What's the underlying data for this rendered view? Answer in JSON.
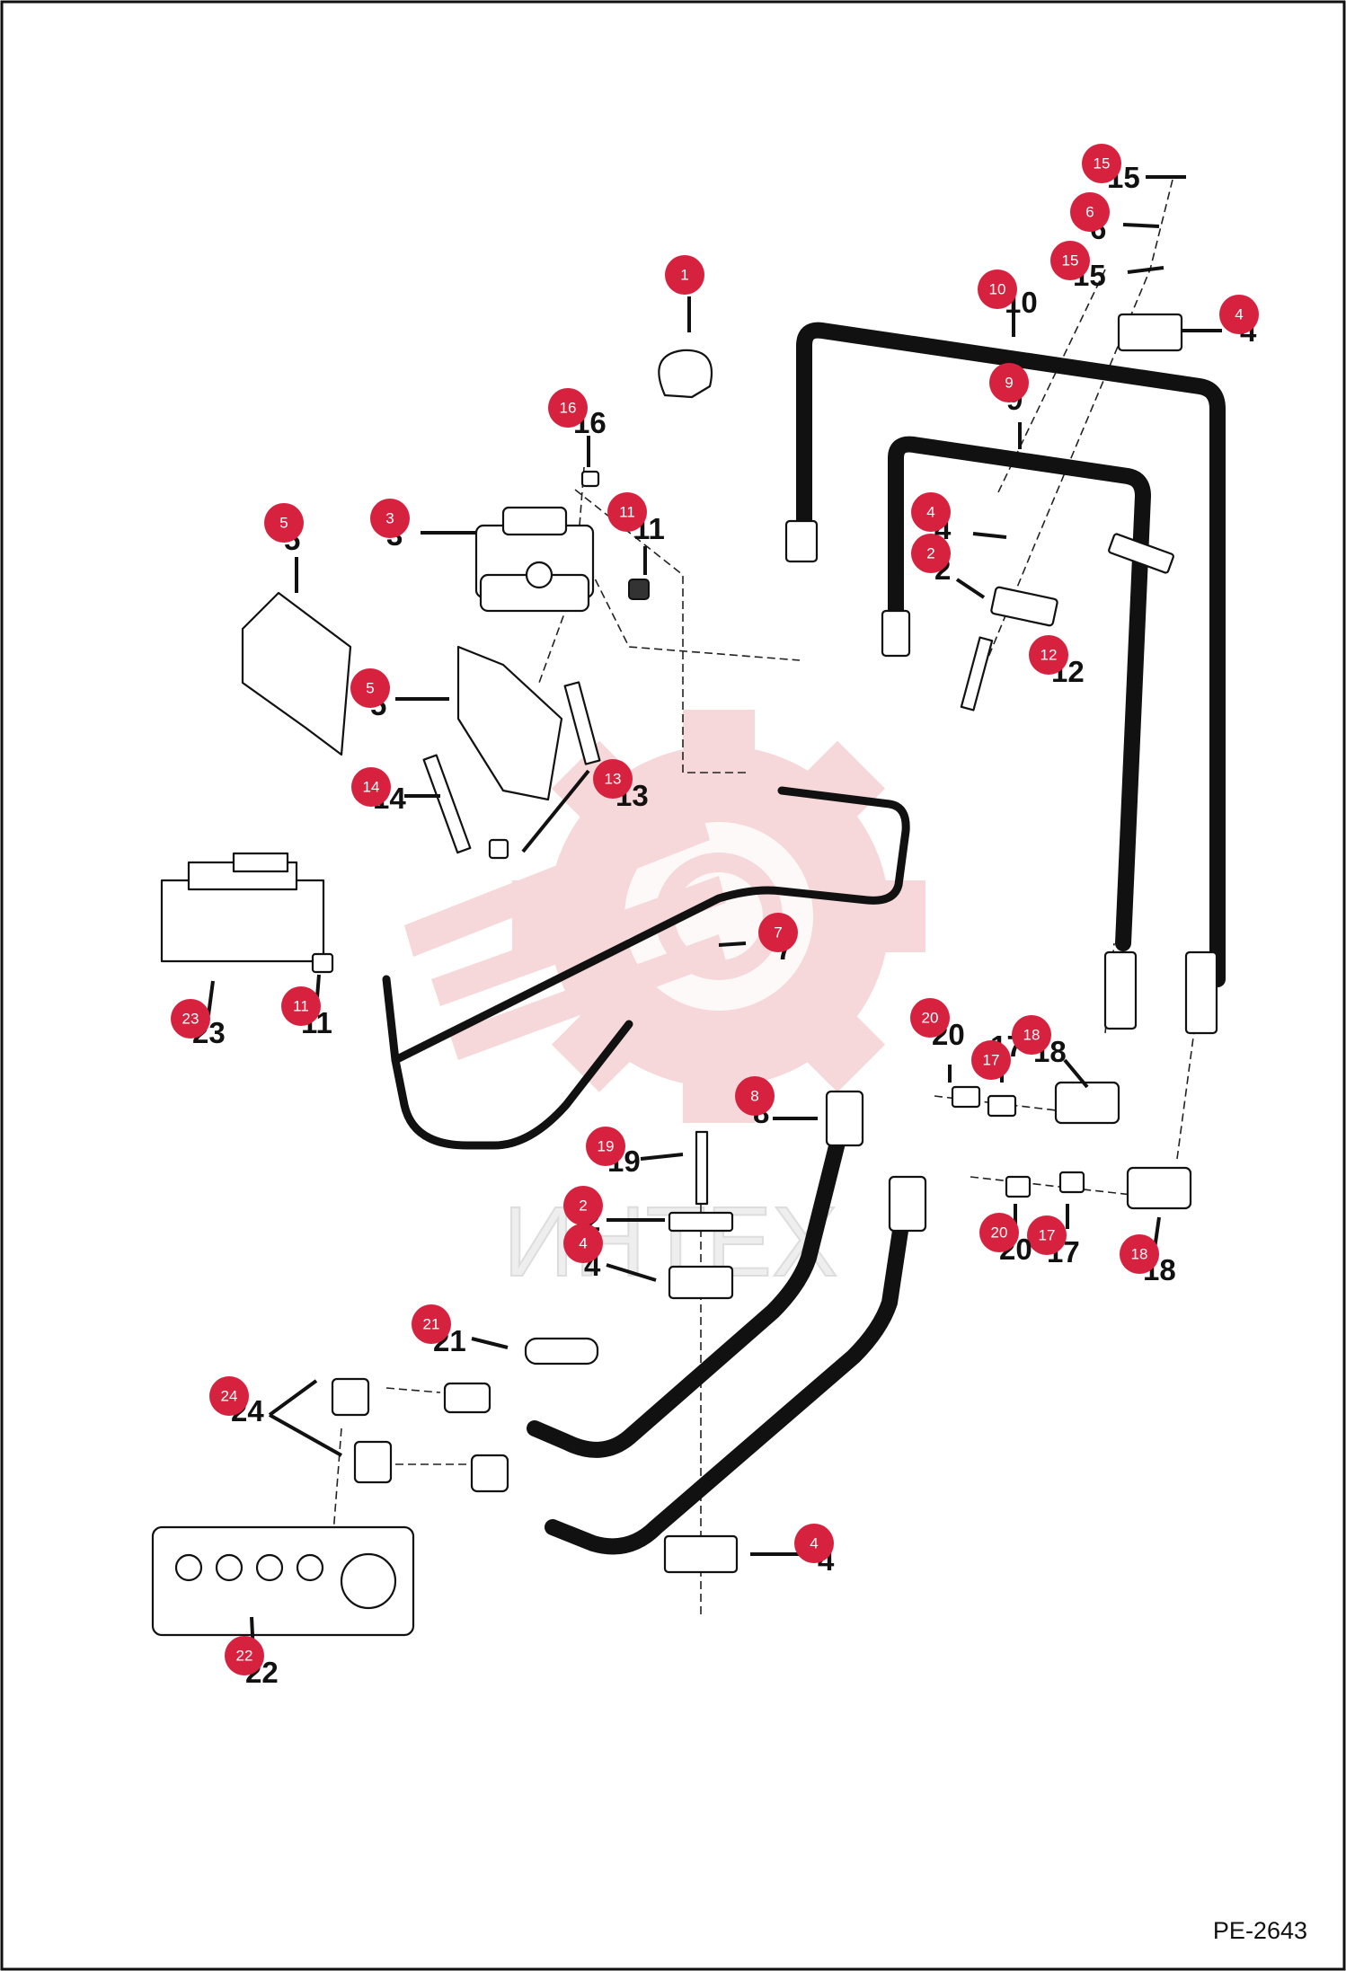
{
  "watermark": {
    "text": "ИНТЕХ",
    "color": "#f2c9cc"
  },
  "callout_color": "#d6213f",
  "footer": {
    "code": "PE-2643"
  },
  "callouts": [
    {
      "badge": "1",
      "label": ""
    },
    {
      "badge": "2",
      "label": "2"
    },
    {
      "badge": "2",
      "label": "2"
    },
    {
      "badge": "3",
      "label": "3"
    },
    {
      "badge": "4",
      "label": "4"
    },
    {
      "badge": "4",
      "label": "4"
    },
    {
      "badge": "4",
      "label": "4"
    },
    {
      "badge": "4",
      "label": "4"
    },
    {
      "badge": "5",
      "label": "5"
    },
    {
      "badge": "5",
      "label": "5"
    },
    {
      "badge": "6",
      "label": "6"
    },
    {
      "badge": "7",
      "label": "7"
    },
    {
      "badge": "8",
      "label": "8"
    },
    {
      "badge": "9",
      "label": "9"
    },
    {
      "badge": "10",
      "label": "10"
    },
    {
      "badge": "11",
      "label": "11"
    },
    {
      "badge": "11",
      "label": "11"
    },
    {
      "badge": "12",
      "label": "12"
    },
    {
      "badge": "13",
      "label": "13"
    },
    {
      "badge": "14",
      "label": "14"
    },
    {
      "badge": "15",
      "label": "15"
    },
    {
      "badge": "15",
      "label": "15"
    },
    {
      "badge": "16",
      "label": "16"
    },
    {
      "badge": "17",
      "label": "17"
    },
    {
      "badge": "17",
      "label": "17"
    },
    {
      "badge": "18",
      "label": "18"
    },
    {
      "badge": "18",
      "label": "18"
    },
    {
      "badge": "19",
      "label": "19"
    },
    {
      "badge": "20",
      "label": "20"
    },
    {
      "badge": "20",
      "label": "20"
    },
    {
      "badge": "21",
      "label": "21"
    },
    {
      "badge": "22",
      "label": "22"
    },
    {
      "badge": "23",
      "label": "23"
    },
    {
      "badge": "24",
      "label": "24"
    }
  ]
}
